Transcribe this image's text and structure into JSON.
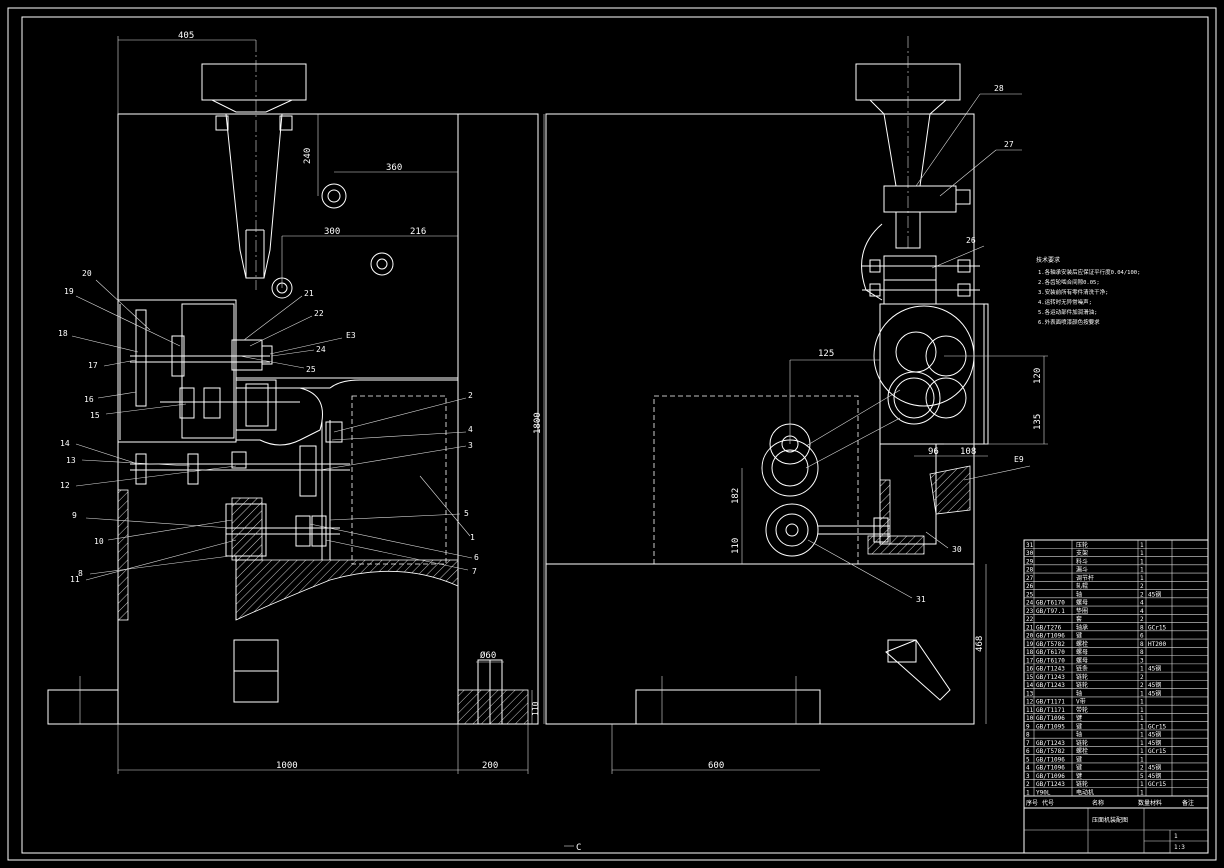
{
  "left_view": {
    "dims": [
      "405",
      "240",
      "360",
      "300",
      "216",
      "1800",
      "1000",
      "200",
      "Ø60",
      "110"
    ],
    "parts": [
      "20",
      "19",
      "18",
      "17",
      "16",
      "15",
      "14",
      "13",
      "12",
      "9",
      "10",
      "11",
      "8",
      "21",
      "22",
      "E3",
      "24",
      "25",
      "2",
      "4",
      "3",
      "5",
      "1",
      "6",
      "7"
    ]
  },
  "right_view": {
    "dims": [
      "125",
      "120",
      "135",
      "96",
      "108",
      "182",
      "110",
      "468",
      "600"
    ],
    "parts": [
      "28",
      "27",
      "26",
      "E9",
      "30",
      "31"
    ]
  },
  "notes": [
    "技术要求",
    "1.各轴承安装后应保证平行度0.04/100;",
    "2.各齿轮啮合间隙0.05;",
    "3.安装前所有零件清洗干净;",
    "4.运转时无异常噪声;",
    "5.各运动部件加润滑油;",
    "6.外表面喷漆颜色按要求"
  ],
  "bom": {
    "rows": [
      {
        "no": "31",
        "code": "",
        "name": "压轮",
        "qty": "1",
        "mat": ""
      },
      {
        "no": "30",
        "code": "",
        "name": "支架",
        "qty": "1",
        "mat": ""
      },
      {
        "no": "29",
        "code": "",
        "name": "料斗",
        "qty": "1",
        "mat": ""
      },
      {
        "no": "28",
        "code": "",
        "name": "漏斗",
        "qty": "1",
        "mat": ""
      },
      {
        "no": "27",
        "code": "",
        "name": "调节杆",
        "qty": "1",
        "mat": ""
      },
      {
        "no": "26",
        "code": "",
        "name": "轧辊",
        "qty": "2",
        "mat": ""
      },
      {
        "no": "25",
        "code": "",
        "name": "轴",
        "qty": "2",
        "mat": "45钢"
      },
      {
        "no": "24",
        "code": "GB/T6170",
        "name": "螺母",
        "qty": "4",
        "mat": ""
      },
      {
        "no": "23",
        "code": "GB/T97.1",
        "name": "垫圈",
        "qty": "4",
        "mat": ""
      },
      {
        "no": "22",
        "code": "",
        "name": "套",
        "qty": "2",
        "mat": ""
      },
      {
        "no": "21",
        "code": "GB/T276",
        "name": "轴承",
        "qty": "8",
        "mat": "GCr15"
      },
      {
        "no": "20",
        "code": "GB/T1096",
        "name": "键",
        "qty": "6",
        "mat": ""
      },
      {
        "no": "19",
        "code": "GB/T5782",
        "name": "螺栓",
        "qty": "8",
        "mat": "HT200"
      },
      {
        "no": "18",
        "code": "GB/T6170",
        "name": "螺母",
        "qty": "8",
        "mat": ""
      },
      {
        "no": "17",
        "code": "GB/T6170",
        "name": "螺母",
        "qty": "3",
        "mat": ""
      },
      {
        "no": "16",
        "code": "GB/T1243",
        "name": "链条",
        "qty": "1",
        "mat": "45钢"
      },
      {
        "no": "15",
        "code": "GB/T1243",
        "name": "链轮",
        "qty": "2",
        "mat": ""
      },
      {
        "no": "14",
        "code": "GB/T1243",
        "name": "链轮",
        "qty": "2",
        "mat": "45钢"
      },
      {
        "no": "13",
        "code": "",
        "name": "轴",
        "qty": "1",
        "mat": "45钢"
      },
      {
        "no": "12",
        "code": "GB/T1171",
        "name": "V带",
        "qty": "1",
        "mat": ""
      },
      {
        "no": "11",
        "code": "GB/T1171",
        "name": "带轮",
        "qty": "1",
        "mat": ""
      },
      {
        "no": "10",
        "code": "GB/T1096",
        "name": "键",
        "qty": "1",
        "mat": ""
      },
      {
        "no": "9",
        "code": "GB/T1095",
        "name": "键",
        "qty": "1",
        "mat": "GCr15"
      },
      {
        "no": "8",
        "code": "",
        "name": "轴",
        "qty": "1",
        "mat": "45钢"
      },
      {
        "no": "7",
        "code": "GB/T1243",
        "name": "链轮",
        "qty": "1",
        "mat": "45钢"
      },
      {
        "no": "6",
        "code": "GB/T5782",
        "name": "螺栓",
        "qty": "1",
        "mat": "GCr15"
      },
      {
        "no": "5",
        "code": "GB/T1096",
        "name": "键",
        "qty": "1",
        "mat": ""
      },
      {
        "no": "4",
        "code": "GB/T1096",
        "name": "键",
        "qty": "2",
        "mat": "45钢"
      },
      {
        "no": "3",
        "code": "GB/T1096",
        "name": "键",
        "qty": "5",
        "mat": "45钢"
      },
      {
        "no": "2",
        "code": "GB/T1243",
        "name": "链轮",
        "qty": "1",
        "mat": "GCr15"
      },
      {
        "no": "1",
        "code": "Y90L",
        "name": "电动机",
        "qty": "1",
        "mat": ""
      }
    ],
    "header": [
      "序号",
      "代号",
      "名称",
      "数量",
      "材料",
      "备注"
    ],
    "title": "压面机装配图",
    "scale": "1:3",
    "qty": "1"
  },
  "footer_mark": "C"
}
